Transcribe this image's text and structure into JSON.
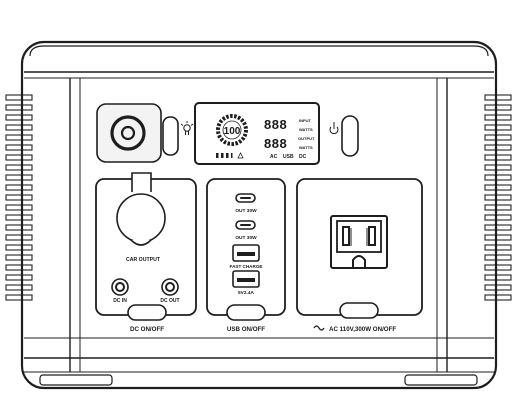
{
  "display": {
    "center_value": "100",
    "input_label": "INPUT",
    "input_unit": "WATTS",
    "output_label": "OUTPUT",
    "output_unit": "WATTS",
    "left_digits": "888",
    "right_digits": "888",
    "indicator_ac": "AC",
    "indicator_usb": "USB",
    "indicator_dc": "DC"
  },
  "dc_panel": {
    "car_output_label": "CAR OUTPUT",
    "dc_in_label": "DC IN",
    "dc_out_label": "DC OUT",
    "switch_label": "DC ON/OFF"
  },
  "usb_panel": {
    "usbc_1_label": "OUT 30W",
    "usbc_2_label": "OUT 30W",
    "fast_charge_label": "FAST CHARGE",
    "usba_label": "5V2.4A",
    "switch_label": "USB ON/OFF"
  },
  "ac_panel": {
    "switch_label": "AC 110V,300W ON/OFF"
  },
  "icons": [
    "power-icon",
    "light-bulb-icon",
    "ac-wave-icon",
    "ground-icon"
  ]
}
